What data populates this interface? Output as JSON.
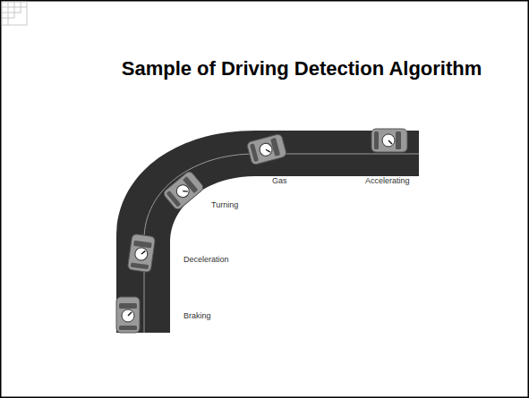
{
  "diagram": {
    "title": "Sample of Driving Detection Algorithm",
    "labels": [
      "Gas",
      "Accelerating",
      "Turning",
      "Deceleration",
      "Braking"
    ]
  }
}
